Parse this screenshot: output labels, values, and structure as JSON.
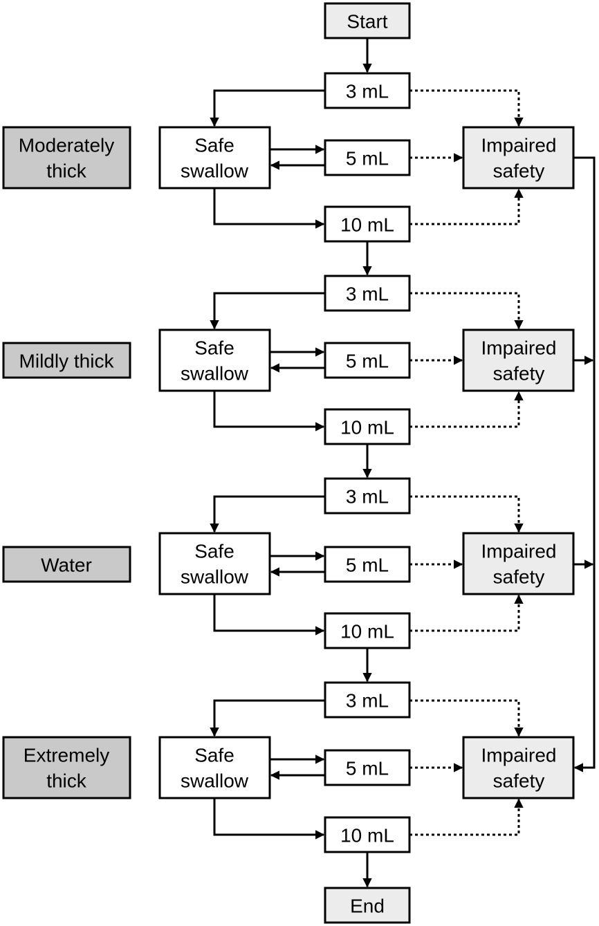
{
  "start_label": "Start",
  "end_label": "End",
  "sections": [
    {
      "category": [
        "Moderately",
        "thick"
      ],
      "volumes": [
        "3 mL",
        "5 mL",
        "10 mL"
      ],
      "safe": [
        "Safe",
        "swallow"
      ],
      "impaired": [
        "Impaired",
        "safety"
      ]
    },
    {
      "category": [
        "Mildly thick"
      ],
      "volumes": [
        "3 mL",
        "5 mL",
        "10 mL"
      ],
      "safe": [
        "Safe",
        "swallow"
      ],
      "impaired": [
        "Impaired",
        "safety"
      ]
    },
    {
      "category": [
        "Water"
      ],
      "volumes": [
        "3 mL",
        "5 mL",
        "10 mL"
      ],
      "safe": [
        "Safe",
        "swallow"
      ],
      "impaired": [
        "Impaired",
        "safety"
      ]
    },
    {
      "category": [
        "Extremely",
        "thick"
      ],
      "volumes": [
        "3 mL",
        "5 mL",
        "10 mL"
      ],
      "safe": [
        "Safe",
        "swallow"
      ],
      "impaired": [
        "Impaired",
        "safety"
      ]
    }
  ]
}
